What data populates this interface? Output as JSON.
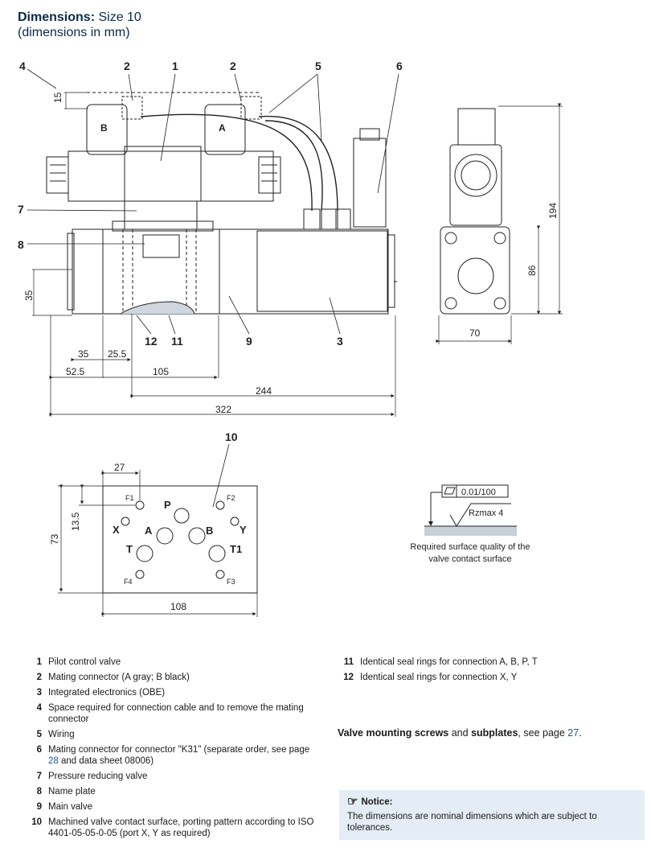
{
  "header": {
    "title_bold": "Dimensions:",
    "title_rest": " Size 10",
    "subtitle": "(dimensions in mm)"
  },
  "drawing": {
    "callouts": {
      "c4": "4",
      "c2a": "2",
      "c1": "1",
      "c2b": "2",
      "c5": "5",
      "c6": "6",
      "c7": "7",
      "c8": "8",
      "c12": "12",
      "c11": "11",
      "c9": "9",
      "c3": "3",
      "c10": "10"
    },
    "connector_b": "B",
    "connector_a": "A",
    "dims": {
      "d15": "15",
      "d35v": "35",
      "d35": "35",
      "d25_5": "25.5",
      "d52_5": "52.5",
      "d105": "105",
      "d244": "244",
      "d322": "322",
      "d194": "194",
      "d86": "86",
      "d70": "70",
      "d27": "27",
      "d13_5": "13.5",
      "d73": "73",
      "d108": "108"
    },
    "ports": {
      "F1": "F1",
      "F2": "F2",
      "F3": "F3",
      "F4": "F4",
      "P": "P",
      "A": "A",
      "B": "B",
      "T": "T",
      "T1": "T1",
      "X": "X",
      "Y": "Y"
    },
    "surface": {
      "flatness": "0.01/100",
      "roughness": "Rzmax 4",
      "caption_line1": "Required surface quality of the",
      "caption_line2": "valve contact surface"
    }
  },
  "legend_left": [
    {
      "num": "1",
      "text": "Pilot control valve"
    },
    {
      "num": "2",
      "text": "Mating connector (A gray; B black)"
    },
    {
      "num": "3",
      "text": "Integrated electronics (OBE)"
    },
    {
      "num": "4",
      "text": "Space required for connection cable and to remove the mating connector"
    },
    {
      "num": "5",
      "text": "Wiring"
    },
    {
      "num": "6",
      "text_pre": "Mating connector for connector \"K31\" (separate order, see page ",
      "link": "28",
      "text_post": " and data sheet 08006)"
    },
    {
      "num": "7",
      "text": "Pressure reducing valve"
    },
    {
      "num": "8",
      "text": "Name plate"
    },
    {
      "num": "9",
      "text": "Main valve"
    },
    {
      "num": "10",
      "text": "Machined valve contact surface, porting pattern according to ISO 4401-05-05-0-05 (port X, Y as required)"
    }
  ],
  "legend_right": [
    {
      "num": "11",
      "text": "Identical seal rings for connection A, B, P, T"
    },
    {
      "num": "12",
      "text": "Identical seal rings for connection X, Y"
    }
  ],
  "mounting": {
    "bold1": "Valve mounting screws",
    "and": " and ",
    "bold2": "subplates",
    "rest": ", see page ",
    "page": "27",
    "end": "."
  },
  "notice": {
    "title": "Notice:",
    "body": "The dimensions are nominal dimensions which are subject to tolerances."
  }
}
